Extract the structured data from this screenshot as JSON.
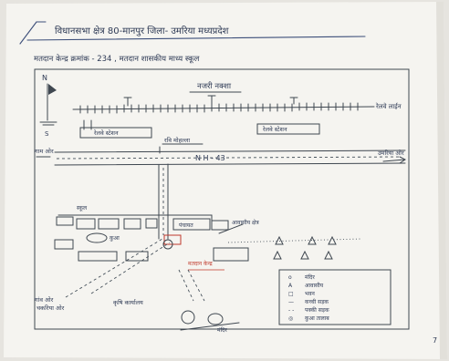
{
  "document": {
    "title": "विधानसभा क्षेत्र 80-मानपुर जिला- उमरिया मध्यप्रदेश",
    "subtitle": "मतदान केन्द्र क्रमांक - 234 , मतदान शासकीय माध्य स्कूल",
    "map_title": "नजरी नक्शा",
    "compass": {
      "north": "N",
      "south": "S"
    },
    "labels": {
      "railway_right": "रेलवे लाईन",
      "station_left": "रेलवे स्टेशन",
      "station_right": "रेलवे स्टेशन",
      "chowk": "रवि मोहल्ला",
      "highway": "N H - 43",
      "left_road": "गाम ओर",
      "right_road": "उमरिया ओर",
      "school": "स्कूल",
      "building_mid": "पंचायत",
      "well": "कुआ",
      "boundary_arrow": "गांव ओर",
      "bottom_left_road": "चकरिया ओर",
      "bottom_center_road": "कृषि कार्यालय",
      "temple": "मंदिर",
      "red_note": "मतदान केन्द्र",
      "grass": "आवासीय क्षेत्र"
    },
    "legend": {
      "items": [
        {
          "symbol": "o",
          "label": "मंदिर"
        },
        {
          "symbol": "A",
          "label": "आवासीय"
        },
        {
          "symbol": "□",
          "label": "भवन"
        },
        {
          "symbol": "—",
          "label": "कच्ची सड़क"
        },
        {
          "symbol": "- -",
          "label": "पक्की सड़क"
        },
        {
          "symbol": "◎",
          "label": "कुआ तालाब"
        }
      ]
    },
    "page_number": "7",
    "colors": {
      "ink": "#3d4f7a",
      "red_ink": "#c0392b",
      "paper": "#f6f5f1"
    }
  }
}
